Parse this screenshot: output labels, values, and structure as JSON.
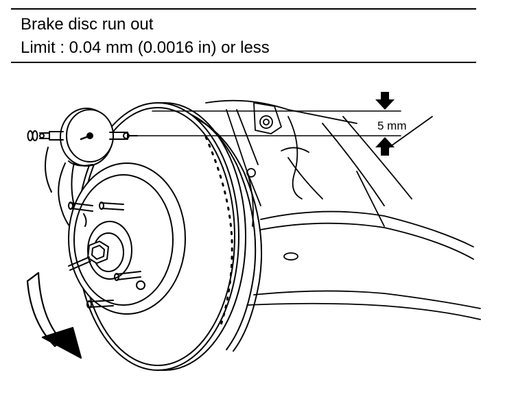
{
  "header": {
    "line1": "Brake disc run out",
    "line2": "Limit : 0.04 mm (0.0016 in) or less"
  },
  "diagram": {
    "dimension_label": "5 mm"
  }
}
